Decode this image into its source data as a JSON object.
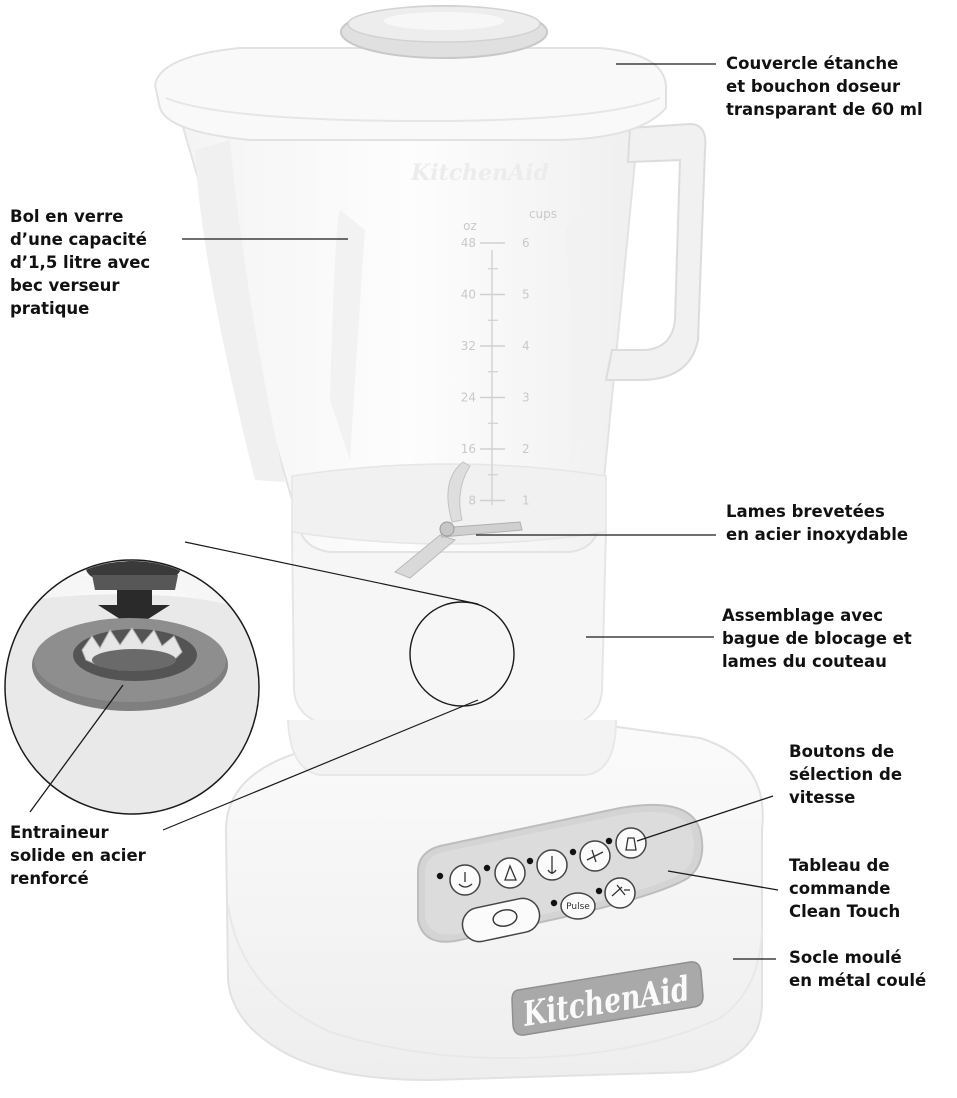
{
  "callouts": {
    "lid": "Couvercle étanche\net bouchon doseur\ntransparant de 60 ml",
    "jar": "Bol en verre\nd’une capacité\nd’1,5 litre avec\nbec verseur\npratique",
    "blades": "Lames brevetées\nen acier inoxydable",
    "assembly": "Assemblage avec\nbague de blocage et\nlames du couteau",
    "speed_buttons": "Boutons de\nsélection de\nvitesse",
    "control_panel": "Tableau de\ncommande\nClean Touch",
    "base": "Socle moulé\nen métal coulé",
    "drive_coupling": "Entraineur\nsolide en acier\nrenforcé"
  },
  "jar_markings": {
    "unit_oz": "oz",
    "unit_cups": "cups",
    "oz_marks": [
      "48",
      "40",
      "32",
      "24",
      "16",
      "8"
    ],
    "cup_marks": [
      "6",
      "5",
      "4",
      "3",
      "2",
      "1"
    ],
    "brand_watermark": "KitchenAid"
  },
  "control_panel": {
    "pulse_label": "Pulse"
  },
  "logo": "KitchenAid",
  "colors": {
    "outline": "#1a1a1a",
    "panel": "#cfcfcf",
    "logo_plate": "#a7a7a7",
    "coupling_ring": "#8c8c8c"
  }
}
